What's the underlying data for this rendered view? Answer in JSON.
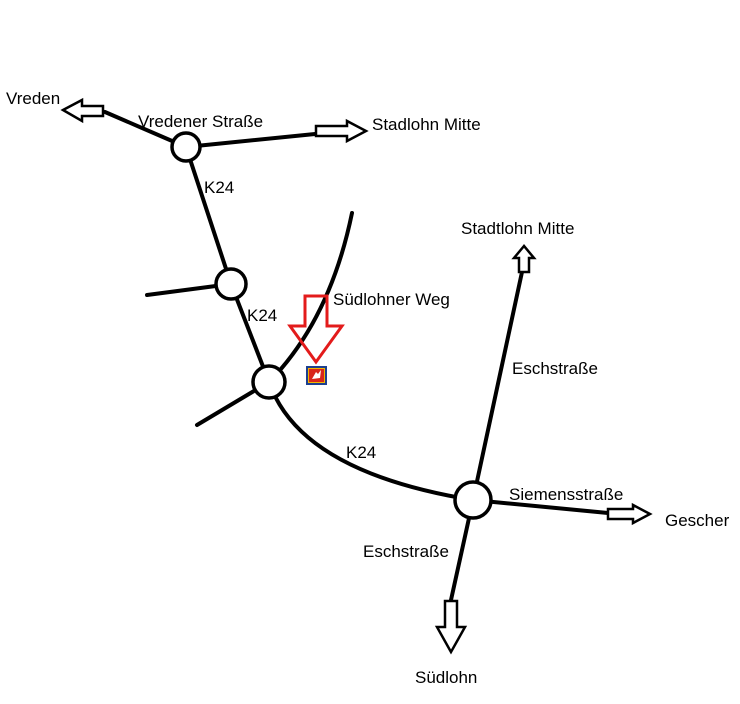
{
  "labels": {
    "vreden": "Vreden",
    "vredener_strasse": "Vredener Straße",
    "stadlohn_mitte": "Stadlohn Mitte",
    "k24_top": "K24",
    "k24_middle": "K24",
    "k24_bottom": "K24",
    "suedlohner_weg": "Südlohner Weg",
    "stadtlohn_mitte": "Stadtlohn Mitte",
    "eschstrasse_north": "Eschstraße",
    "siemensstrasse": "Siemensstraße",
    "gescher": "Gescher",
    "eschstrasse_south": "Eschstraße",
    "suedlohn": "Südlohn"
  },
  "colors": {
    "road": "#000000",
    "pointer_arrow": "#e31b1b",
    "marker_red": "#d8261c",
    "marker_yellow": "#f2b600",
    "marker_blue": "#1d3f8f"
  },
  "icons": {
    "location_marker": "fire-station-icon",
    "pointer": "down-arrow-icon"
  }
}
